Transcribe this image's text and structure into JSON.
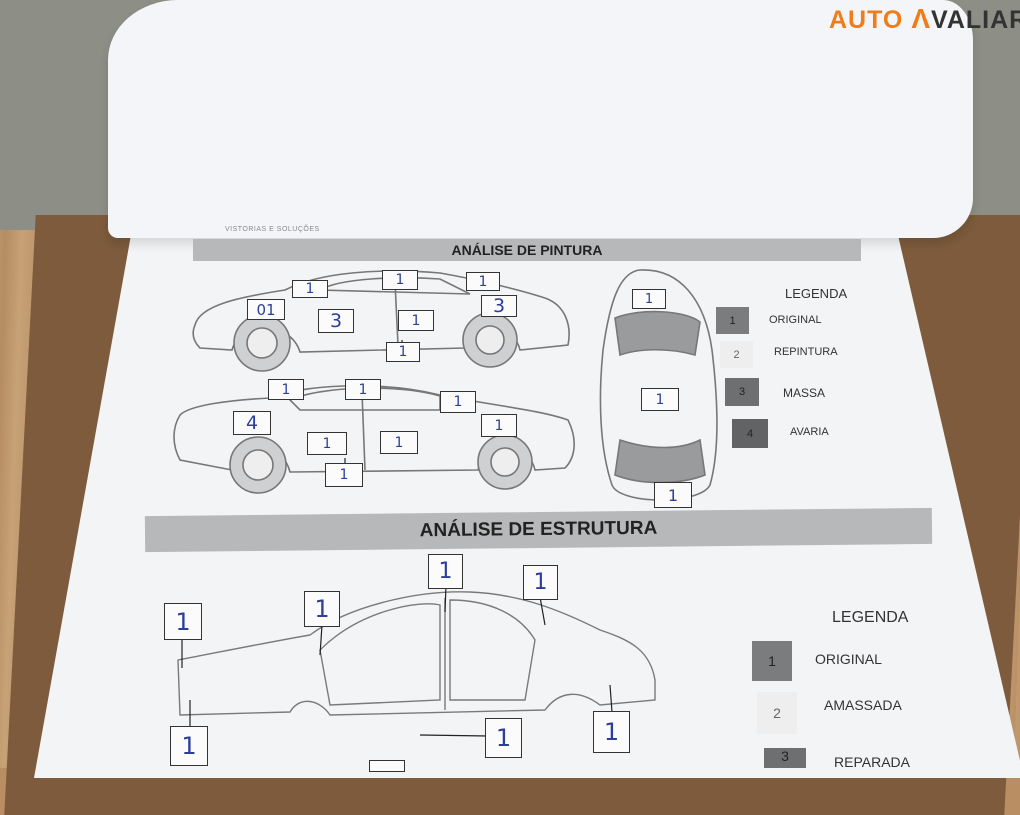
{
  "logo": {
    "text_left": "AUTO",
    "text_right": "VALIAR",
    "accent_color": "#ef7d1a"
  },
  "form": {
    "small_caption": "VISTORIAS E SOLUÇÕES",
    "paint_section": {
      "title": "ANÁLISE DE PINTURA",
      "legend_title": "LEGENDA",
      "legend": [
        {
          "code": "1",
          "label": "ORIGINAL"
        },
        {
          "code": "2",
          "label": "REPINTURA"
        },
        {
          "code": "3",
          "label": "MASSA"
        },
        {
          "code": "4",
          "label": "AVARIA"
        }
      ],
      "marks": {
        "side1_roof_front": "1",
        "side1_roof_mid": "1",
        "side1_roof_rear": "1",
        "side1_hood": "01",
        "side1_front_door": "3",
        "side1_rear_door": "1",
        "side1_trunk": "3",
        "side1_sill": "1",
        "side2_roof_front": "1",
        "side2_roof_mid": "1",
        "side2_trunk_top": "1",
        "side2_front_fender": "4",
        "side2_front_door": "1",
        "side2_rear_door": "1",
        "side2_rear_fender": "1",
        "side2_sill": "1",
        "top_front": "1",
        "top_roof": "1",
        "top_rear": "1"
      }
    },
    "structure_section": {
      "title": "ANÁLISE DE ESTRUTURA",
      "legend_title": "LEGENDA",
      "legend": [
        {
          "code": "1",
          "label": "ORIGINAL"
        },
        {
          "code": "2",
          "label": "AMASSADA"
        },
        {
          "code": "3",
          "label": "REPARADA"
        }
      ],
      "marks": {
        "front_frame": "1",
        "a_pillar": "1",
        "b_pillar_top": "1",
        "c_pillar": "1",
        "front_lower": "1",
        "rocker": "1",
        "rear_wheel_arch": "1"
      }
    }
  },
  "colors": {
    "original": "#7b7c7e",
    "repintura": "#eeeeee",
    "massa": "#6e6f71",
    "avaria": "#626365",
    "ink": "#2b3f9a"
  }
}
